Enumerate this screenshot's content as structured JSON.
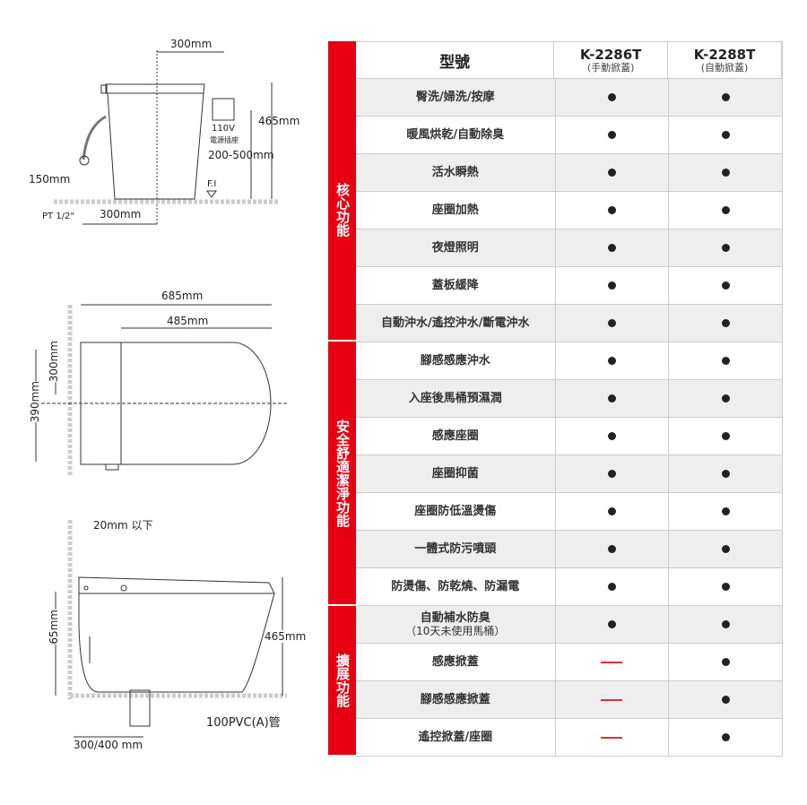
{
  "diagrams": {
    "side": {
      "top_width": "300mm",
      "height": "465mm",
      "outlet_voltage": "110V",
      "outlet_label": "電源插座",
      "outlet_height": "200-500mm",
      "fi_label": "F.I",
      "inlet_height": "150mm",
      "inlet_pipe": "PT 1/2\"",
      "inlet_offset": "300mm"
    },
    "top": {
      "length": "685mm",
      "seat_length": "485mm",
      "width_inner": "300mm",
      "width_outer": "390mm"
    },
    "section": {
      "gap": "20mm 以下",
      "base_height": "65mm",
      "height": "465mm",
      "drain_pipe": "100PVC(A)管",
      "drain_offset": "300/400 mm"
    }
  },
  "table": {
    "header": {
      "label": "型號",
      "models": [
        {
          "name": "K-2286T",
          "note": "(手動掀蓋)"
        },
        {
          "name": "K-2288T",
          "note": "(自動掀蓋)"
        }
      ]
    },
    "groups": [
      "核心功能",
      "安全舒適潔淨功能",
      "擴展功能"
    ],
    "rows": [
      {
        "feature": "臀洗/婦洗/按摩",
        "v": [
          "yes",
          "yes"
        ]
      },
      {
        "feature": "暖風烘乾/自動除臭",
        "v": [
          "yes",
          "yes"
        ]
      },
      {
        "feature": "活水瞬熱",
        "v": [
          "yes",
          "yes"
        ]
      },
      {
        "feature": "座圈加熱",
        "v": [
          "yes",
          "yes"
        ]
      },
      {
        "feature": "夜燈照明",
        "v": [
          "yes",
          "yes"
        ]
      },
      {
        "feature": "蓋板緩降",
        "v": [
          "yes",
          "yes"
        ]
      },
      {
        "feature": "自動沖水/遙控沖水/斷電沖水",
        "v": [
          "yes",
          "yes"
        ]
      },
      {
        "feature": "腳感感應沖水",
        "v": [
          "yes",
          "yes"
        ]
      },
      {
        "feature": "入座後馬桶預濕潤",
        "v": [
          "yes",
          "yes"
        ]
      },
      {
        "feature": "感應座圈",
        "v": [
          "yes",
          "yes"
        ]
      },
      {
        "feature": "座圈抑菌",
        "v": [
          "yes",
          "yes"
        ]
      },
      {
        "feature": "座圈防低溫燙傷",
        "v": [
          "yes",
          "yes"
        ]
      },
      {
        "feature": "一體式防污噴頭",
        "v": [
          "yes",
          "yes"
        ]
      },
      {
        "feature": "防燙傷、防乾燒、防漏電",
        "v": [
          "yes",
          "yes"
        ]
      },
      {
        "feature": "自動補水防臭",
        "note": "（10天未使用馬桶）",
        "v": [
          "yes",
          "yes"
        ]
      },
      {
        "feature": "感應掀蓋",
        "v": [
          "no",
          "yes"
        ]
      },
      {
        "feature": "腳感感應掀蓋",
        "v": [
          "no",
          "yes"
        ]
      },
      {
        "feature": "遙控掀蓋/座圈",
        "v": [
          "no",
          "yes"
        ]
      }
    ],
    "colors": {
      "accent": "#e60012",
      "dash": "#d9303a",
      "alt_row": "#eeeeee"
    }
  }
}
